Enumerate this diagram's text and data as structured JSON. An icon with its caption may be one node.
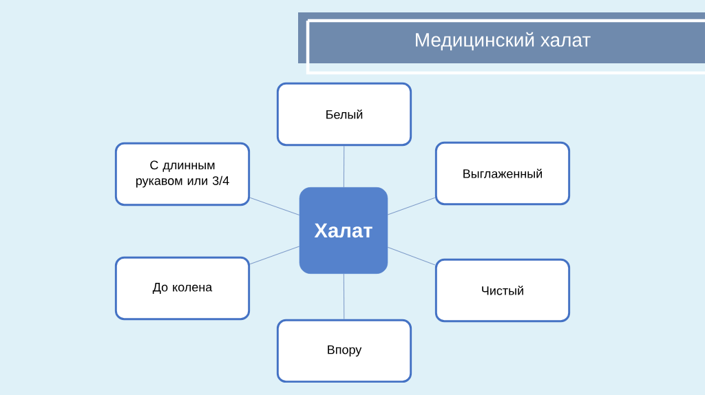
{
  "diagram": {
    "title": "Медицинский халат",
    "nodes": [
      {
        "text": [
          "Халат"
        ]
      },
      {
        "text": [
          "Белый"
        ]
      },
      {
        "text": [
          "Выглаженный"
        ]
      },
      {
        "text": [
          "Чистый"
        ]
      },
      {
        "text": [
          "Впору"
        ]
      },
      {
        "text": [
          "До колена"
        ]
      },
      {
        "text": [
          "С длинным рукавом или 3/4"
        ]
      }
    ],
    "edges": [
      {
        "from": 0,
        "to": 1,
        "arrow": "none"
      },
      {
        "from": 0,
        "to": 2,
        "arrow": "none"
      },
      {
        "from": 0,
        "to": 3,
        "arrow": "none"
      },
      {
        "from": 0,
        "to": 4,
        "arrow": "none"
      },
      {
        "from": 0,
        "to": 5,
        "arrow": "none"
      },
      {
        "from": 0,
        "to": 6,
        "arrow": "none"
      }
    ]
  }
}
